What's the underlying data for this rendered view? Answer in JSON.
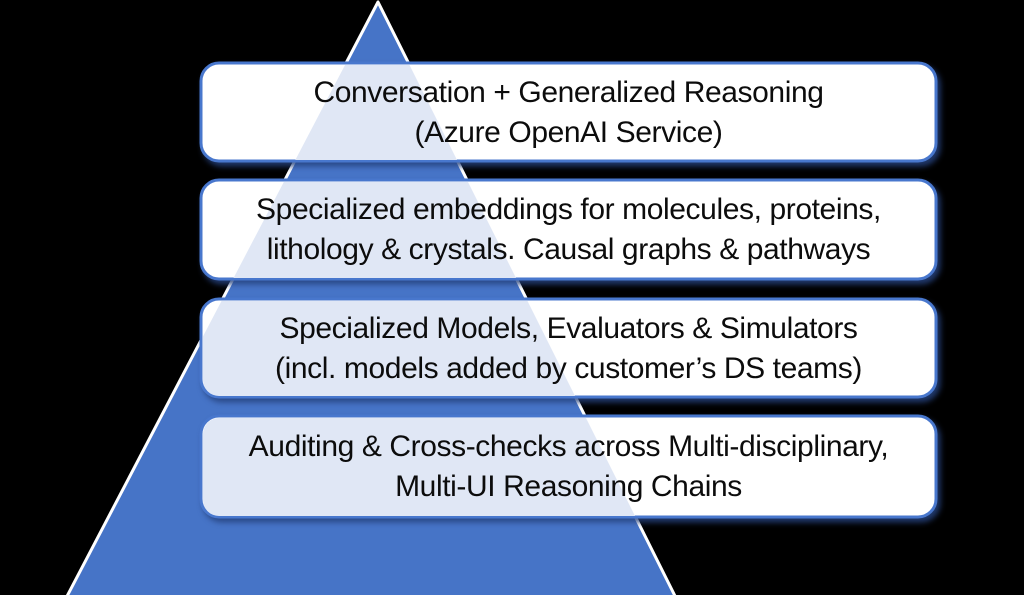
{
  "diagram": {
    "type": "pyramid-stack",
    "background_color": "#000000",
    "pyramid_fill_color": "#4674C7",
    "pyramid_outline_color": "#FFFFFF",
    "box_fill_color": "#FFFFFF",
    "box_border_color": "#4877CD",
    "box_tint_color": "#E0E7F5",
    "text_color": "#0C0C0C"
  },
  "layers": [
    {
      "line1": "Conversation + Generalized Reasoning",
      "line2": "(Azure OpenAI Service)"
    },
    {
      "line1": "Specialized embeddings for molecules, proteins,",
      "line2": "lithology & crystals. Causal graphs & pathways"
    },
    {
      "line1": "Specialized Models, Evaluators & Simulators",
      "line2": "(incl. models added by customer’s DS teams)"
    },
    {
      "line1": "Auditing & Cross-checks across Multi-disciplinary,",
      "line2": "Multi-UI Reasoning Chains"
    }
  ]
}
